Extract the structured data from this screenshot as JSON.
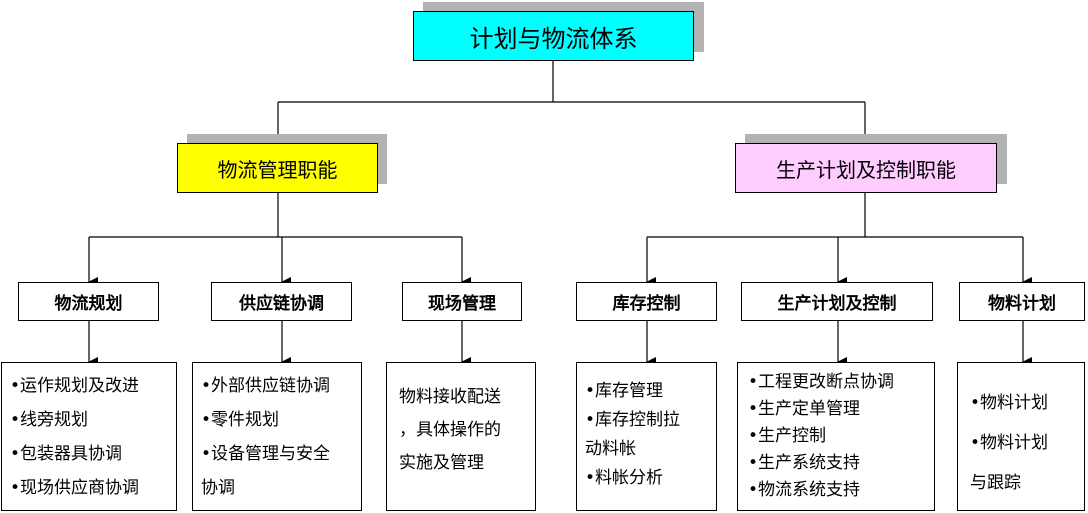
{
  "root": {
    "label": "计划与物流体系"
  },
  "branches": [
    {
      "label": "物流管理职能",
      "children": [
        {
          "label": "物流规划",
          "items": [
            "•运作规划及改进",
            "•线旁规划",
            "•包装器具协调",
            "•现场供应商协调"
          ]
        },
        {
          "label": "供应链协调",
          "items": [
            "•外部供应链协调",
            "•零件规划",
            "•设备管理与安全",
            "协调"
          ]
        },
        {
          "label": "现场管理",
          "items": [
            "物料接收配送",
            "，具体操作的",
            "实施及管理"
          ]
        }
      ]
    },
    {
      "label": "生产计划及控制职能",
      "children": [
        {
          "label": "库存控制",
          "items": [
            "•库存管理",
            "•库存控制拉",
            "动料帐",
            "•料帐分析"
          ]
        },
        {
          "label": "生产计划及控制",
          "items": [
            "•工程更改断点协调",
            "•生产定单管理",
            "•生产控制",
            "•生产系统支持",
            "•物流系统支持"
          ]
        },
        {
          "label": "物料计划",
          "items": [
            "•物料计划",
            "•物料计划",
            "与跟踪"
          ]
        }
      ]
    }
  ]
}
